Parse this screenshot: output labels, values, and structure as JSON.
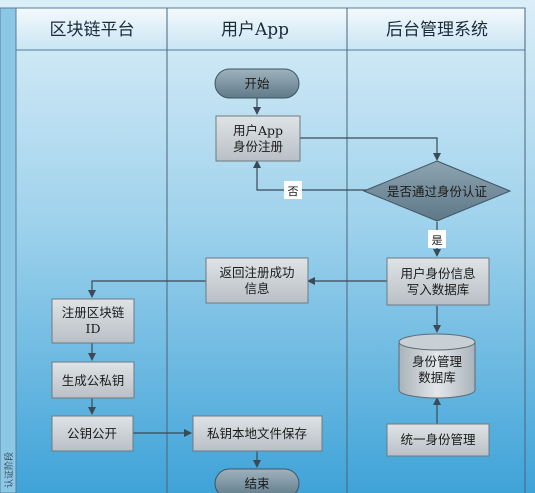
{
  "lanes": {
    "blockchain": "区块链平台",
    "user_app": "用户App",
    "backend": "后台管理系统"
  },
  "side_label": "认证阶段",
  "nodes": {
    "start": "开始",
    "register": [
      "用户App",
      "身份注册"
    ],
    "decision": "是否通过身份认证",
    "user_info_db": [
      "用户身份信息",
      "写入数据库"
    ],
    "return_success": [
      "返回注册成功",
      "信息"
    ],
    "register_chain_id": [
      "注册区块链",
      "ID"
    ],
    "gen_keys": "生成公私钥",
    "pubkey_public": "公钥公开",
    "privkey_save": "私钥本地文件保存",
    "identity_db": [
      "身份管理",
      "数据库"
    ],
    "unified_identity": "统一身份管理",
    "end": "结束"
  },
  "edge_labels": {
    "no": "否",
    "yes": "是"
  }
}
